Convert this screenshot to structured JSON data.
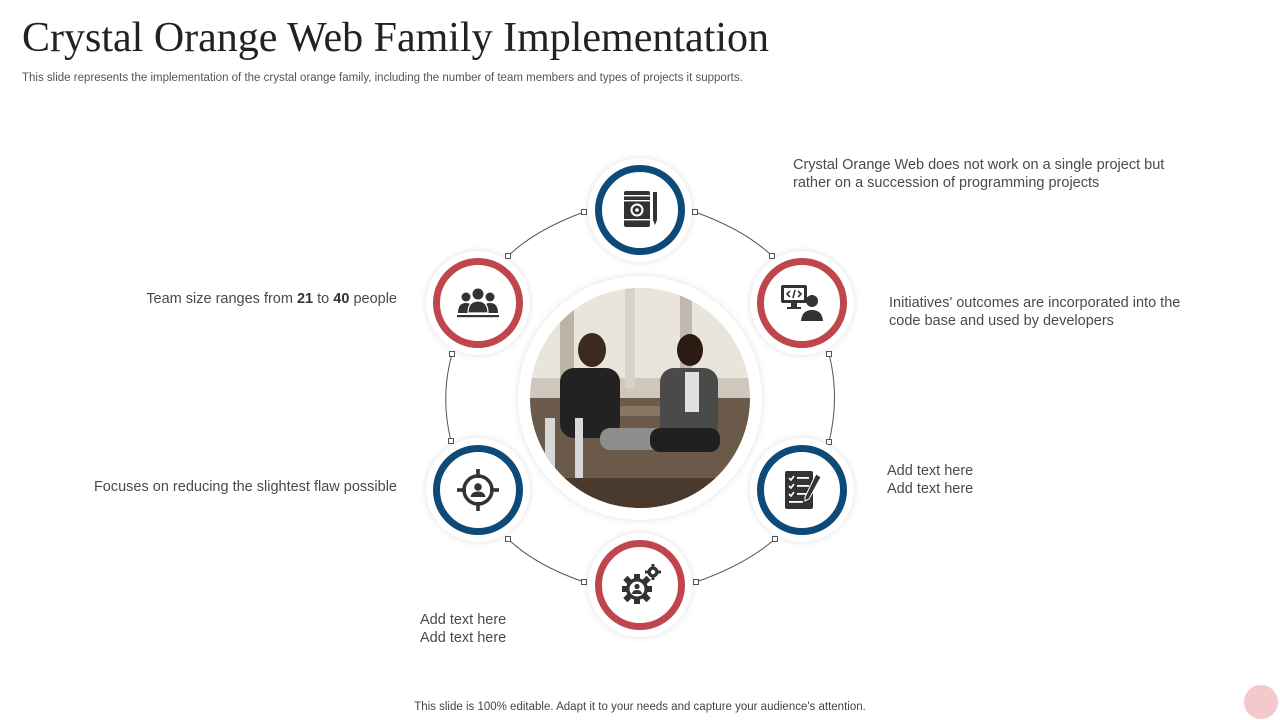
{
  "title": "Crystal Orange Web Family Implementation",
  "subtitle": "This slide represents the implementation of the crystal orange family, including the number of team members and types of projects it supports.",
  "footer": "This slide is 100% editable. Adapt it to your needs and capture your audience's attention.",
  "colors": {
    "blue": "#0e4a77",
    "red": "#c0464d",
    "icon": "#333333"
  },
  "nodes": [
    {
      "icon": "document-gear-icon",
      "ring": "blue",
      "text_lines": [
        "Crystal Orange Web does not work on a single project but",
        "rather on a succession of programming projects"
      ]
    },
    {
      "icon": "developer-code-icon",
      "ring": "red",
      "text_lines": [
        "Initiatives' outcomes are incorporated into the",
        "code base and used by developers"
      ]
    },
    {
      "icon": "checklist-pen-icon",
      "ring": "blue",
      "text_lines": [
        "Add text here",
        "Add text here"
      ]
    },
    {
      "icon": "gear-user-icon",
      "ring": "red",
      "text_lines": [
        "Add text here",
        "Add text here"
      ]
    },
    {
      "icon": "target-user-icon",
      "ring": "blue",
      "text_lines": [
        "Focuses on reducing the slightest flaw possible"
      ]
    },
    {
      "icon": "team-icon",
      "ring": "red",
      "text_parts": {
        "before": "Team size ranges from ",
        "min": "21",
        "middle": " to ",
        "max": "40",
        "after": " people"
      }
    }
  ]
}
